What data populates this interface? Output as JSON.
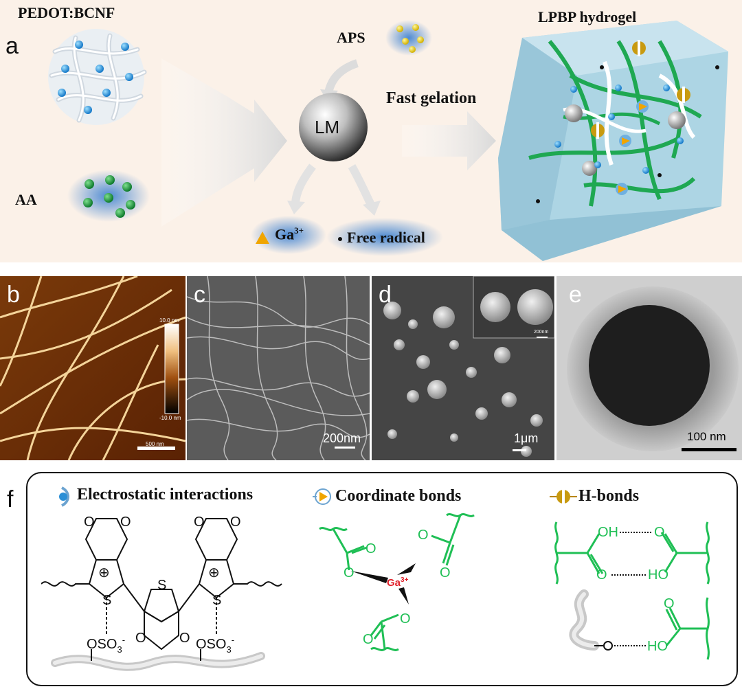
{
  "panel_a": {
    "letter": "a",
    "pedot_label": "PEDOT:BCNF",
    "aa_label": "AA",
    "aps_label": "APS",
    "lm_label": "LM",
    "fast_gelation_label": "Fast gelation",
    "ga_label": "Ga",
    "ga_sup": "3+",
    "free_radical_label": "Free radical",
    "hydrogel_label": "LPBP hydrogel"
  },
  "panel_b": {
    "letter": "b",
    "scale_top": "10.0 nm",
    "scale_bottom": "-10.0 nm",
    "scalebar": "500 nm"
  },
  "panel_c": {
    "letter": "c",
    "scalebar": "200nm"
  },
  "panel_d": {
    "letter": "d",
    "scalebar": "1μm",
    "inset_scalebar": "200nm"
  },
  "panel_e": {
    "letter": "e",
    "scalebar": "100 nm"
  },
  "panel_f": {
    "letter": "f",
    "legend_electrostatic": "Electrostatic interactions",
    "legend_coordinate": "Coordinate bonds",
    "legend_hbonds": "H-bonds",
    "atom_O": "O",
    "atom_S": "S",
    "atom_OH": "OH",
    "atom_HO": "HO",
    "plus": "⊕",
    "oso3": "OSO",
    "sub3": "3",
    "minus": "-",
    "ga_center": "Ga",
    "ga_center_sup": "3+"
  },
  "colors": {
    "panel_a_bg": "#fbf1e8",
    "cyan_ion": "#2b8fd6",
    "green_ion": "#1a9a3c",
    "yellow_ion": "#f3d400",
    "polymer_green": "#1fbf55",
    "hydrogel_blue": "#a9d3e4",
    "ga_orange": "#f0a500",
    "ga_red": "#e0202a"
  }
}
